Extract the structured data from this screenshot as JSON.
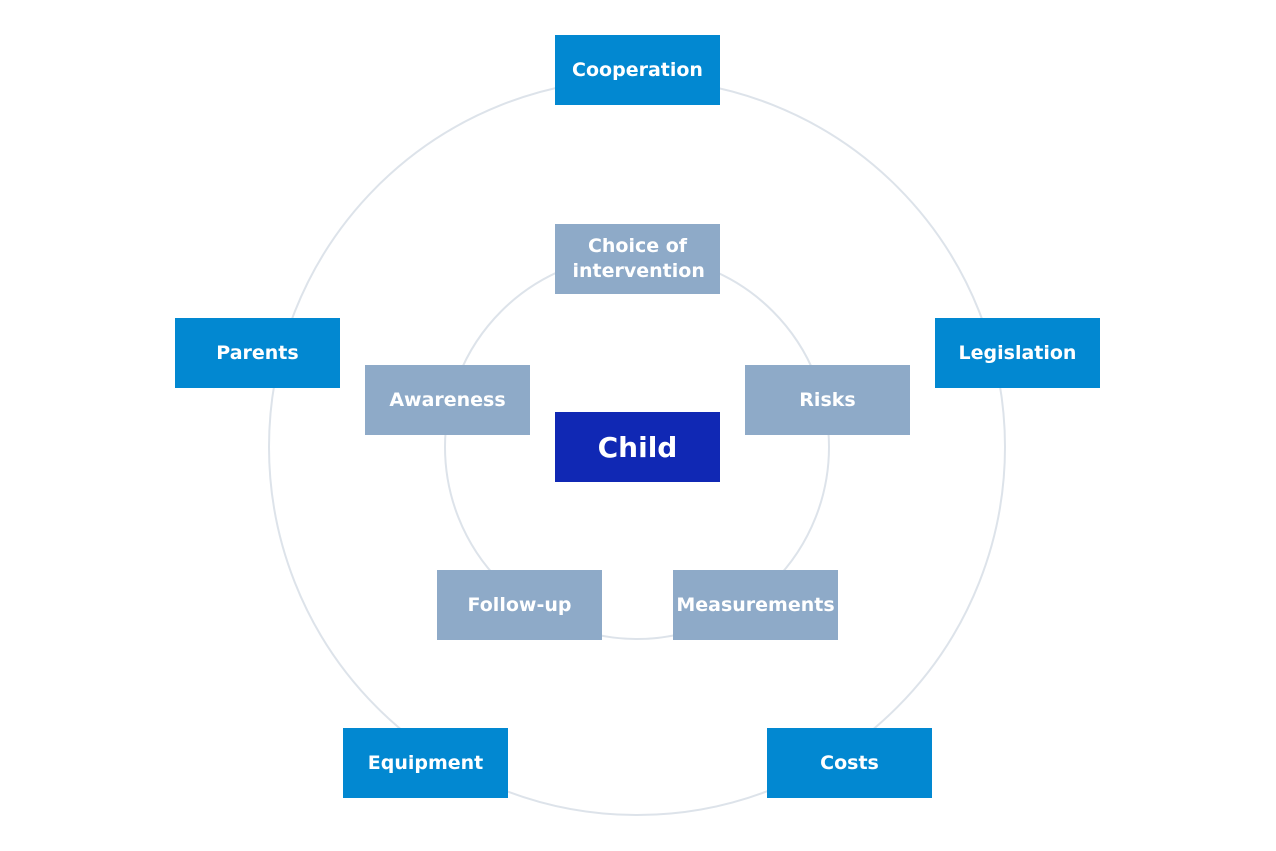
{
  "center": {
    "label": "Child",
    "color": "#1028b4"
  },
  "inner_ring": {
    "color": "#8eaac8",
    "items": [
      {
        "label": "Choice of intervention"
      },
      {
        "label": "Risks"
      },
      {
        "label": "Measurements"
      },
      {
        "label": "Follow-up"
      },
      {
        "label": "Awareness"
      }
    ]
  },
  "outer_ring": {
    "color": "#0288d1",
    "items": [
      {
        "label": "Cooperation"
      },
      {
        "label": "Legislation"
      },
      {
        "label": "Costs"
      },
      {
        "label": "Equipment"
      },
      {
        "label": "Parents"
      }
    ]
  },
  "ring_color": "#dde3ea"
}
